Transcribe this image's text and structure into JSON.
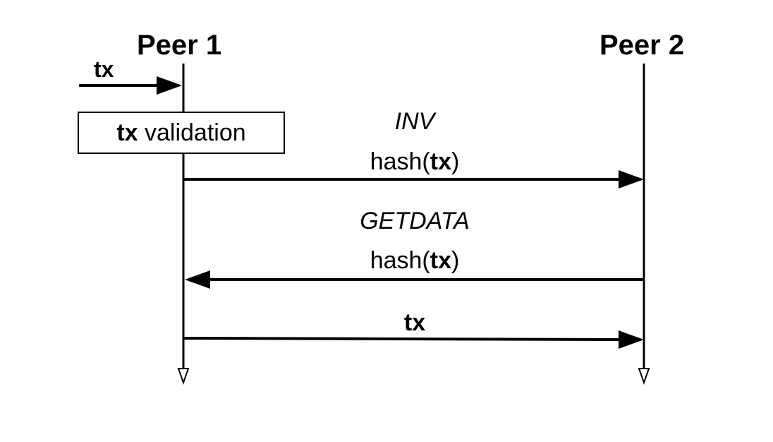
{
  "peers": [
    {
      "title": "Peer 1"
    },
    {
      "title": "Peer 2"
    }
  ],
  "incoming": {
    "label": "tx"
  },
  "validation": {
    "bold": "tx",
    "text": " validation"
  },
  "messages": [
    {
      "name_line": "INV",
      "payload_prefix": "hash(",
      "payload_bold": "tx",
      "payload_suffix": ")",
      "direction": "peer1-to-peer2"
    },
    {
      "name_line": "GETDATA",
      "payload_prefix": "hash(",
      "payload_bold": "tx",
      "payload_suffix": ")",
      "direction": "peer2-to-peer1"
    },
    {
      "label": "tx",
      "direction": "peer1-to-peer2"
    }
  ]
}
